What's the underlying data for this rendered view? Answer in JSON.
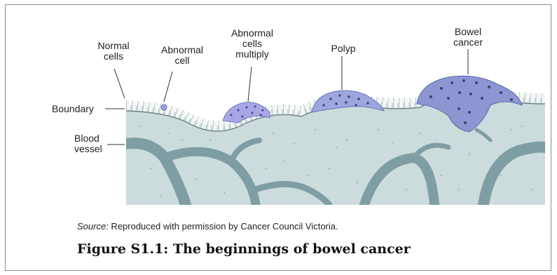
{
  "labels": {
    "normal_cells": "Normal\ncells",
    "abnormal_cell": "Abnormal\ncell",
    "abnormal_multiply": "Abnormal\ncells\nmultiply",
    "polyp": "Polyp",
    "bowel_cancer": "Bowel\ncancer",
    "boundary": "Boundary",
    "blood_vessel": "Blood\nvessel"
  },
  "source": {
    "prefix": "Source:",
    "text": " Reproduced with permission by Cancer Council Victoria."
  },
  "caption": "Figure S1.1: The beginnings of bowel cancer",
  "colors": {
    "tissue": "#ccdcdc",
    "normal_cell": "#f2f7f6",
    "abnormal_cell": "#9f9fe2",
    "vessel": "#7f9ea3",
    "frame": "#8a8a8a"
  }
}
